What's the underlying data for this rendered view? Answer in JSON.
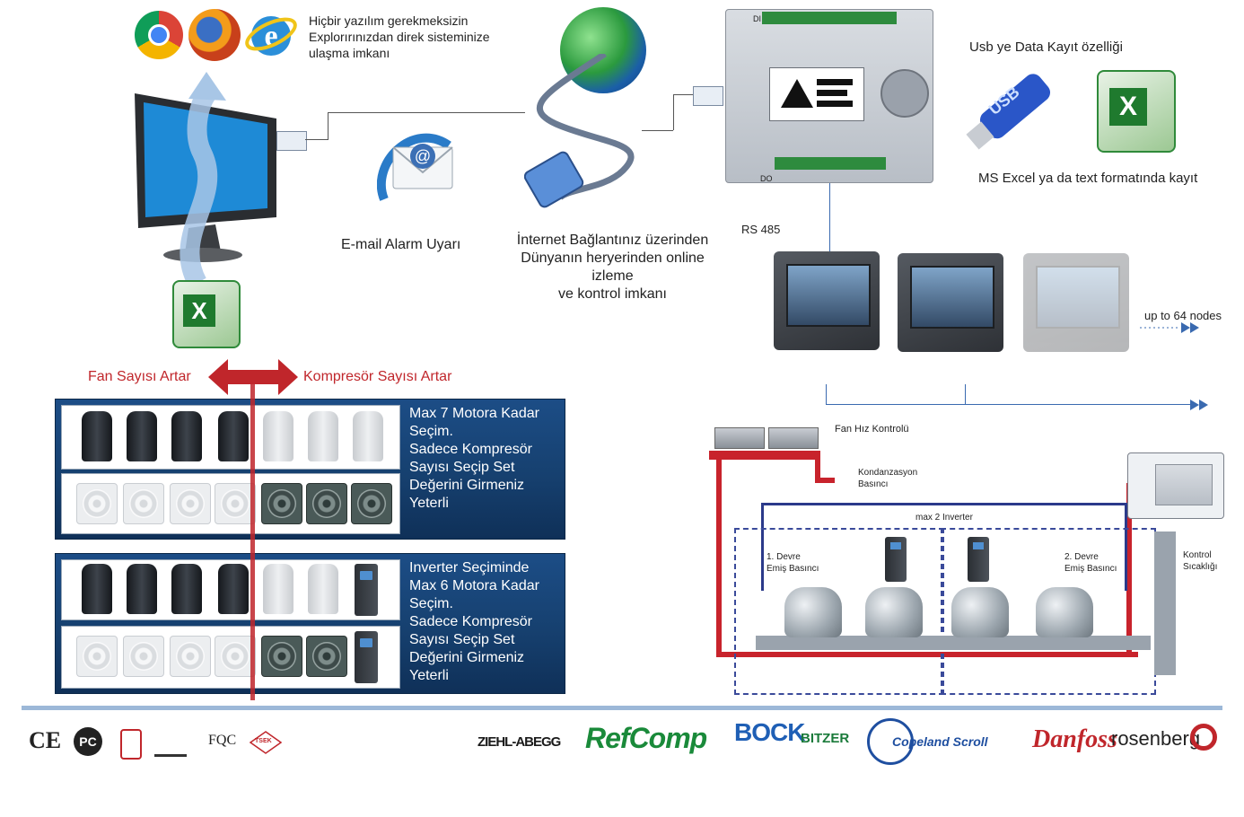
{
  "top": {
    "browser_text": [
      "Hiçbir yazılım gerekmeksizin",
      "Explorırınızdan direk sisteminize",
      "ulaşma imkanı"
    ],
    "email_label": "E-mail Alarm Uyarı",
    "internet_text": [
      "İnternet Bağlantınız üzerinden",
      "Dünyanın heryerinden online",
      "izleme",
      "ve kontrol imkanı"
    ],
    "usb_label": "Usb ye Data Kayıt özelliği",
    "usb_stick_text": "USB",
    "excel_label": "MS Excel ya da text formatında kayıt",
    "rs485_label": "RS 485",
    "nodes_label": "up to 64 nodes",
    "controller_di": "DI",
    "controller_do": "DO"
  },
  "selector": {
    "fan_label": "Fan Sayısı Artar",
    "compressor_label": "Kompresör Sayısı Artar"
  },
  "panel1": {
    "lines": [
      "Max 7 Motora Kadar",
      "Seçim.",
      "Sadece Kompresör",
      "Sayısı Seçip Set",
      "Değerini Girmeniz",
      "Yeterli"
    ]
  },
  "panel2": {
    "lines": [
      "Inverter Seçiminde",
      "Max 6 Motora Kadar",
      "Seçim.",
      "Sadece Kompresör",
      "Sayısı Seçip Set",
      "Değerini Girmeniz",
      "Yeterli"
    ]
  },
  "diagram": {
    "fan_speed": "Fan Hız Kontrolü",
    "condensation": [
      "Kondanzasyon",
      "Basıncı"
    ],
    "max_inverter": "max 2 Inverter",
    "circuit1": [
      "1. Devre",
      "Emiş Basıncı"
    ],
    "circuit2": [
      "2. Devre",
      "Emiş Basıncı"
    ],
    "control_temp": [
      "Kontrol",
      "Sıcaklığı"
    ]
  },
  "certs": [
    "CE",
    "PC",
    "",
    "",
    "FQC",
    "TSEK"
  ],
  "brands": [
    "ZIEHL-ABEGG",
    "RefComp",
    "BOCK",
    "BITZER",
    "Copeland Scroll",
    "Danfoss",
    "rosenberg"
  ],
  "colors": {
    "panel": "#16406f",
    "red": "#c0262b",
    "accent_blue": "#4f7fbf",
    "refcomp": "#1a8a3a"
  }
}
